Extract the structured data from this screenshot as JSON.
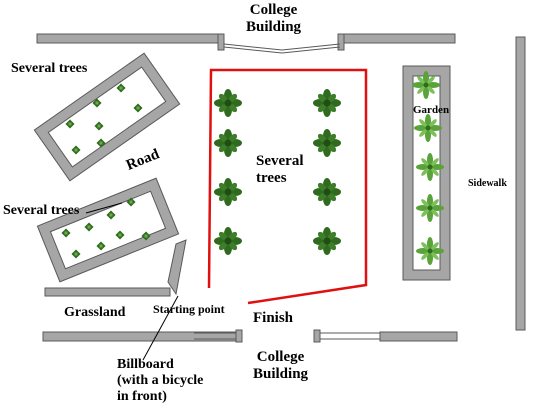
{
  "labels": {
    "college_building_top": [
      "College",
      "Building"
    ],
    "college_building_bottom": [
      "College",
      "Building"
    ],
    "several_trees_top_left": "Several trees",
    "several_trees_mid_left": "Several trees",
    "several_trees_center": [
      "Several",
      "trees"
    ],
    "road": "Road",
    "garden": "Garden",
    "sidewalk": "Sidewalk",
    "grassland": "Grassland",
    "starting_point": "Starting point",
    "finish": "Finish",
    "billboard": [
      "Billboard",
      "(with a bicycle",
      "in front)"
    ]
  },
  "colors": {
    "wall": "#a6a6a6",
    "wall_stroke": "#595959",
    "route": "#e01010",
    "leaf": "#2f6b1f",
    "leaf_light": "#6fa84a"
  }
}
